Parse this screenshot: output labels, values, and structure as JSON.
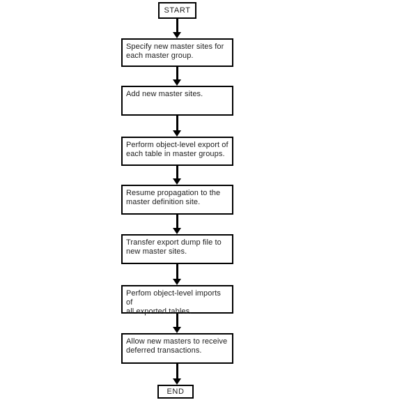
{
  "flowchart": {
    "description": "Vertical flowchart of steps for adding new master sites to master groups",
    "colors": {
      "line": "#000000",
      "background": "#ffffff",
      "text": "#1c1c1c"
    },
    "nodes": [
      {
        "id": "start",
        "type": "terminal",
        "label": "START"
      },
      {
        "id": "step-1",
        "type": "process",
        "label": "Specify new master sites for\neach master group."
      },
      {
        "id": "step-2",
        "type": "process",
        "label": "Add new master sites."
      },
      {
        "id": "step-3",
        "type": "process",
        "label": "Perform object-level export of\neach table in master groups."
      },
      {
        "id": "step-4",
        "type": "process",
        "label": "Resume propagation to the\nmaster definition site."
      },
      {
        "id": "step-5",
        "type": "process",
        "label": "Transfer export dump file to\nnew master sites."
      },
      {
        "id": "step-6",
        "type": "process",
        "label": "Perfom object-level imports of\nall exported tables."
      },
      {
        "id": "step-7",
        "type": "process",
        "label": "Allow new masters to receive\ndeferred transactions."
      },
      {
        "id": "end",
        "type": "terminal",
        "label": "END"
      }
    ],
    "edges": [
      {
        "from": "start",
        "to": "step-1",
        "direction": "down"
      },
      {
        "from": "step-1",
        "to": "step-2",
        "direction": "down"
      },
      {
        "from": "step-2",
        "to": "step-3",
        "direction": "down"
      },
      {
        "from": "step-3",
        "to": "step-4",
        "direction": "down"
      },
      {
        "from": "step-4",
        "to": "step-5",
        "direction": "down"
      },
      {
        "from": "step-5",
        "to": "step-6",
        "direction": "down"
      },
      {
        "from": "step-6",
        "to": "step-7",
        "direction": "down"
      },
      {
        "from": "step-7",
        "to": "end",
        "direction": "down"
      }
    ]
  }
}
